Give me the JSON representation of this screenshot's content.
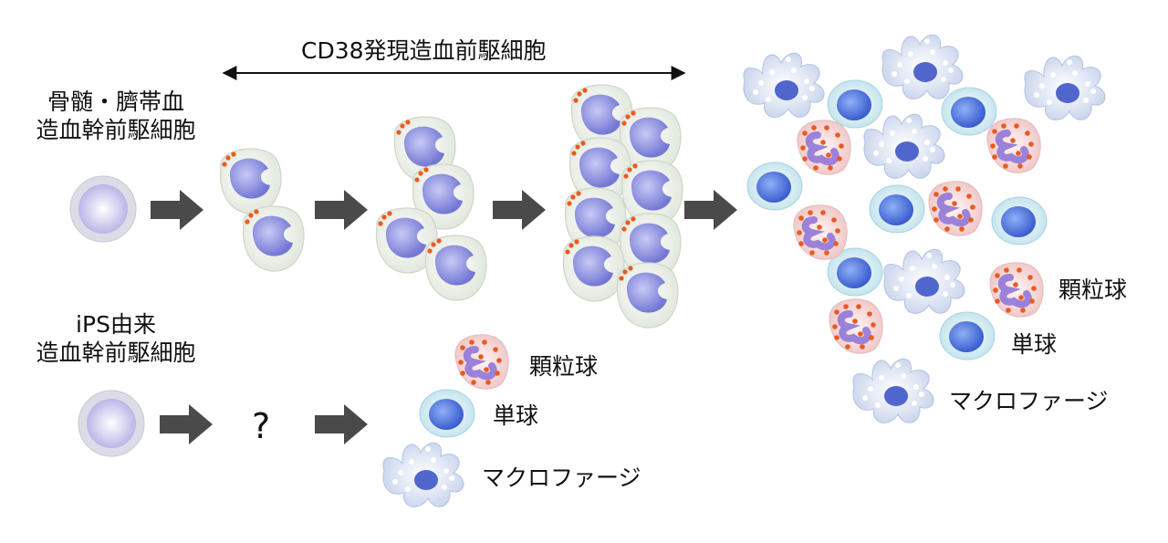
{
  "header": {
    "title": "CD38発現造血前駆細胞"
  },
  "rows": {
    "top": {
      "label_line1": "骨髄・臍帯血",
      "label_line2": "造血幹前駆細胞"
    },
    "bottom": {
      "label_line1": "iPS由来",
      "label_line2": "造血幹前駆細胞",
      "unknown_step": "?"
    }
  },
  "legend_bottom": {
    "granulocyte": "顆粒球",
    "monocyte": "単球",
    "macrophage": "マクロファージ"
  },
  "legend_right": {
    "granulocyte": "顆粒球",
    "monocyte": "単球",
    "macrophage": "マクロファージ"
  },
  "colors": {
    "arrow": "#4a4a4a",
    "stem_membrane": "#dcdce6",
    "stem_nucleus": "#b9b6e6",
    "progenitor_body": "#e8ede4",
    "progenitor_nucleus": "#7478d4",
    "granule_dot": "#ea5a22",
    "monocyte_body": "#c9e7ef",
    "monocyte_nucleus": "#4468d8",
    "granulocyte_body": "#f6d8d8",
    "granulocyte_nucleus": "#9b82d8",
    "macrophage_body": "#d3dcef",
    "macrophage_nucleus": "#5066cc"
  }
}
